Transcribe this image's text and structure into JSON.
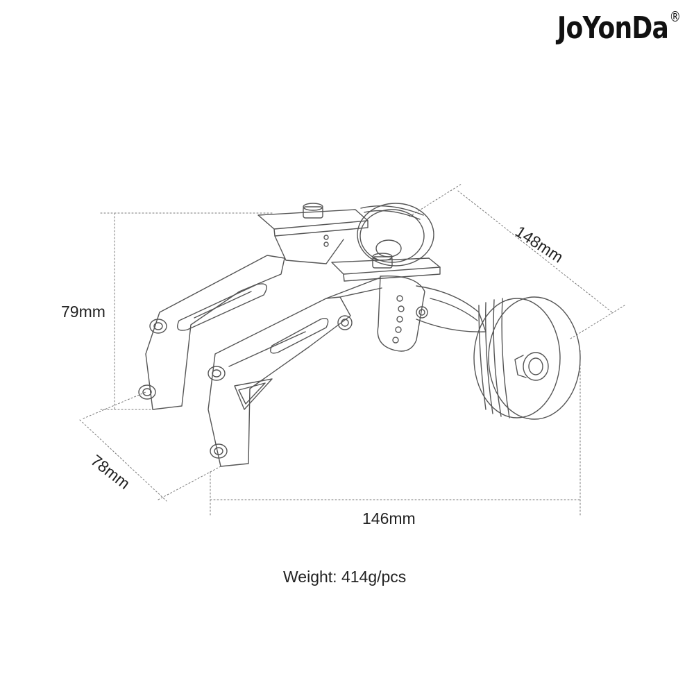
{
  "brand": {
    "name": "JoYonDa",
    "mark": "®"
  },
  "dimensions": {
    "height": "79mm",
    "depth": "78mm",
    "width": "146mm",
    "length": "148mm"
  },
  "weight_label": "Weight: 414g/pcs",
  "colors": {
    "line": "#555555",
    "text": "#222222",
    "brand": "#111111"
  }
}
